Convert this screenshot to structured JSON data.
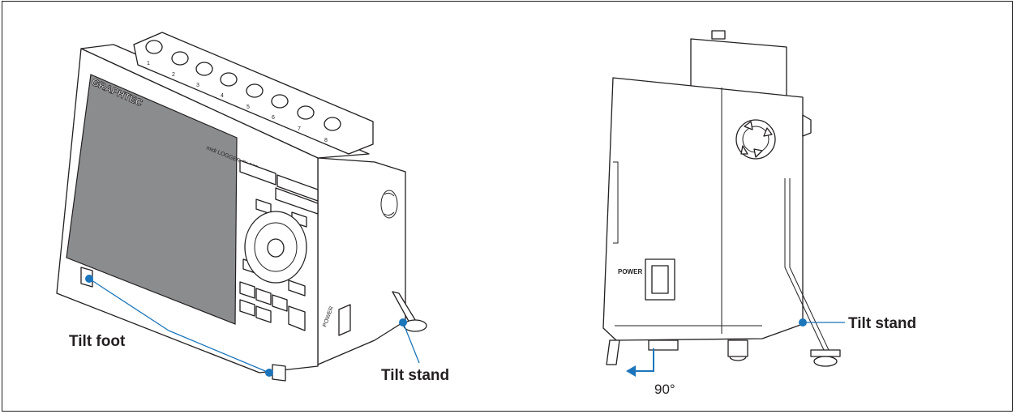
{
  "labels": {
    "tilt_foot": "Tilt foot",
    "tilt_stand_front": "Tilt stand",
    "tilt_stand_side": "Tilt stand",
    "angle": "90°"
  },
  "device": {
    "brand": "GRAPHTEC",
    "model": "midi LOGGER GL980",
    "power_text": "POWER",
    "side_power_text": "POWER",
    "channel_numbers": [
      "1",
      "2",
      "3",
      "4",
      "5",
      "6",
      "7",
      "8"
    ]
  },
  "colors": {
    "callout": "#1b75bb",
    "line": "#231f20",
    "screen": "#8a8c8e"
  }
}
